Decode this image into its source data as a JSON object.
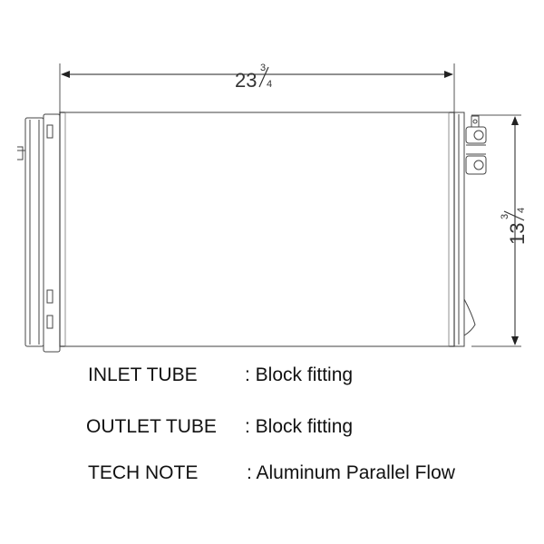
{
  "dimensions": {
    "width": {
      "whole": "23",
      "numerator": "3",
      "denominator": "4"
    },
    "height": {
      "whole": "13",
      "numerator": "3",
      "denominator": "4"
    }
  },
  "specs": [
    {
      "label": "INLET TUBE",
      "value": ": Block fitting"
    },
    {
      "label": "OUTLET TUBE",
      "value": ": Block fitting"
    },
    {
      "label": "TECH NOTE",
      "value": ": Aluminum Parallel Flow"
    }
  ]
}
